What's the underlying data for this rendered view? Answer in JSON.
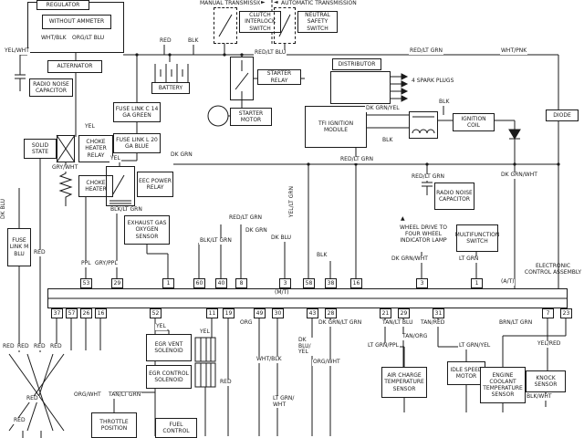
{
  "components": {
    "regulator": "REGULATOR",
    "without_ammeter": "WITHOUT AMMETER",
    "alternator": "ALTERNATOR",
    "radio_noise_capacitor": "RADIO NOISE CAPACITOR",
    "battery": "BATTERY",
    "clutch_interlock_switch": "CLUTCH INTERLOCK SWITCH",
    "neutral_safety_switch": "NEUTRAL SAFETY SWITCH",
    "starter_relay": "STARTER RELAY",
    "starter_motor": "STARTER MOTOR",
    "distributor": "DISTRIBUTOR",
    "tfi_ignition_module": "TFI IGNITION MODULE",
    "ignition_coil": "IGNITION COIL",
    "diode": "DIODE",
    "fuse_link_c": "FUSE LINK C 14 GA GREEN",
    "fuse_link_l": "FUSE LINK L 20 GA BLUE",
    "fuse_link_m": "FUSE LINK M BLU",
    "solid_state": "SOLID STATE",
    "choke_heater_relay": "CHOKE HEATER RELAY",
    "choke_heater": "CHOKE HEATER",
    "eec_power_relay": "EEC POWER RELAY",
    "exhaust_gas_oxygen_sensor": "EXHAUST GAS OXYGEN SENSOR",
    "multifunction_switch": "MULTIFUNCTION SWITCH",
    "egr_vent_solenoid": "EGR VENT SOLENOID",
    "egr_control_solenoid": "EGR CONTROL SOLENOID",
    "air_charge_temperature_sensor": "AIR CHARGE TEMPERATURE SENSOR",
    "idle_speed_motor": "IDLE SPEED MOTOR",
    "engine_coolant_temperature_sensor": "ENGINE COOLANT TEMPERATURE SENSOR",
    "knock_sensor": "KNOCK SENSOR",
    "throttle_position": "THROTTLE POSITION",
    "fuel_control": "FUEL CONTROL"
  },
  "notes": {
    "manual_transmission": "MANUAL TRANSMISSION",
    "automatic_transmission": "AUTOMATIC TRANSMISSION",
    "spark_plugs": "4 SPARK PLUGS",
    "wheel_drive_lamp": "WHEEL DRIVE TO FOUR WHEEL INDICATOR LAMP",
    "electronic_control_assembly": "ELECTRONIC CONTROL ASSEMBLY",
    "mt": "(M/T)",
    "at": "(A/T)"
  },
  "wire_colors": {
    "red": "RED",
    "blk": "BLK",
    "yel": "YEL",
    "org": "ORG",
    "ppl": "PPL",
    "dk_blu": "DK BLU",
    "lt_grn": "LT GRN",
    "dk_grn": "DK GRN",
    "yel_wht": "YEL/WHT",
    "wht_blk": "WHT/BLK",
    "wht_pnk": "WHT/PNK",
    "gry_wht": "GRY/WHT",
    "gry_ppl": "GRY/PPL",
    "blk_wht": "BLK/WHT",
    "yel_red": "YEL/RED",
    "org_wht": "ORG/WHT",
    "org_lt_blu": "ORG/LT BLU",
    "red_lt_blu": "RED/LT BLU",
    "red_lt_grn": "RED/LT GRN",
    "dk_grn_yel": "DK GRN/YEL",
    "dk_grn_wht": "DK GRN/WHT",
    "blk_lt_grn": "BLK/LT GRN",
    "yel_lt_grn": "YEL/LT GRN",
    "dk_grn_lt_grn": "DK GRN/LT GRN",
    "dk_blu_yel": "DK BLU/ YEL",
    "tan_lt_blu": "TAN/LT BLU",
    "tan_red": "TAN/RED",
    "tan_org": "TAN/ORG",
    "tan_lt_grn": "TAN/LT GRN",
    "brn_lt_grn": "BRN/LT GRN",
    "lt_grn_ppl": "LT GRN/PPL",
    "lt_grn_yel": "LT GRN/YEL",
    "lt_grn_wht": "LT GRN/ WHT"
  },
  "terminals": {
    "top": [
      "53",
      "29",
      "1",
      "60",
      "40",
      "8",
      "3",
      "58",
      "38",
      "16",
      "3",
      "1"
    ],
    "bottom": [
      "37",
      "57",
      "26",
      "16",
      "52",
      "11",
      "19",
      "49",
      "30",
      "43",
      "28",
      "21",
      "29",
      "31",
      "7",
      "23"
    ]
  },
  "icons": {
    "arrow_right": "►",
    "arrow_left": "◄",
    "arrow_up": "▲"
  }
}
